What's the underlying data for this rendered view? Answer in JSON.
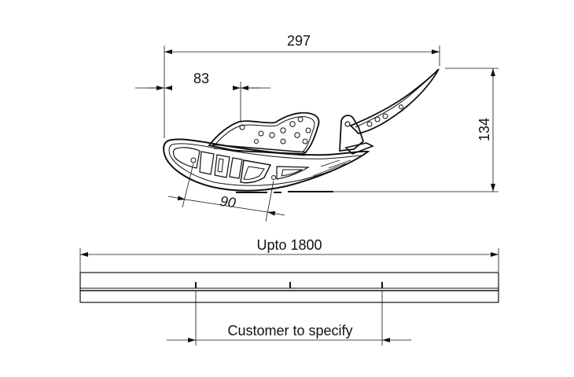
{
  "dimensions": {
    "overall_width": "297",
    "left_offset": "83",
    "height": "134",
    "hole_spacing": "90",
    "length": "Upto 1800",
    "spacing_note": "Customer to specify"
  }
}
